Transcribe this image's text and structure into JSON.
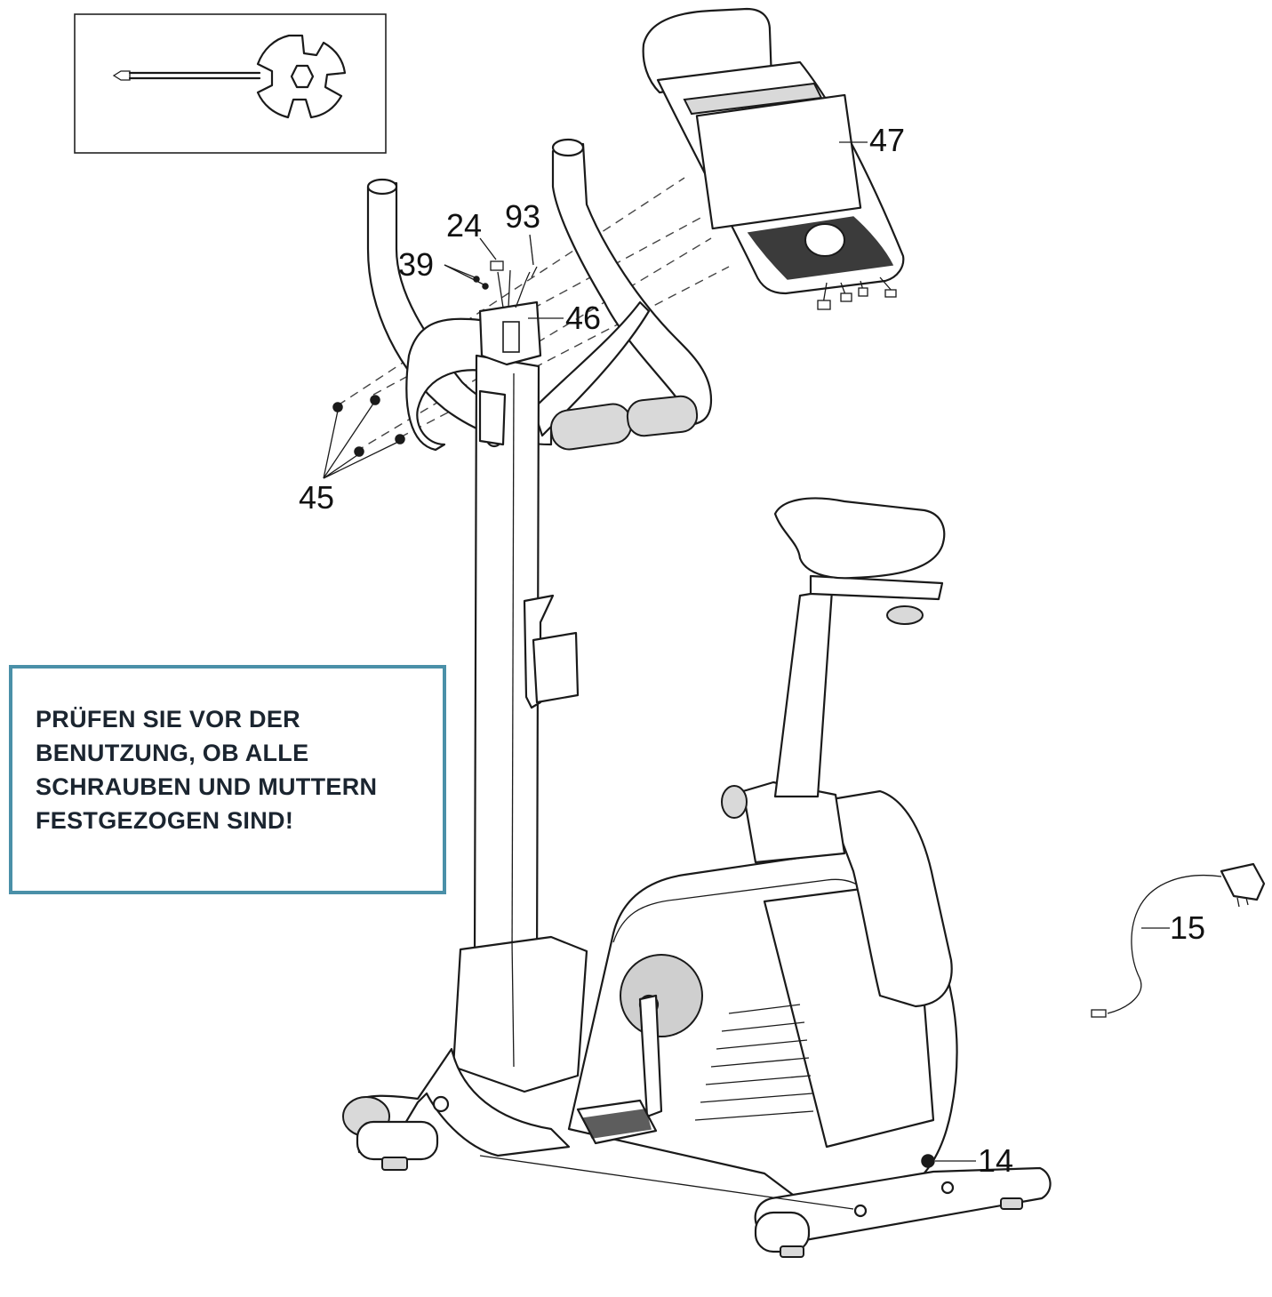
{
  "warning": {
    "text": "PRÜFEN SIE VOR DER BENUTZUNG, OB ALLE SCHRAUBEN UND MUTTERN FESTGEZOGEN SIND!",
    "border_color": "#4a90a8"
  },
  "parts": {
    "p47": "47",
    "p24": "24",
    "p93": "93",
    "p39": "39",
    "p46": "46",
    "p45": "45",
    "p15": "15",
    "p14": "14"
  },
  "icons": {
    "tool": "screwdriver-wrench-icon",
    "console": "console-display-icon",
    "power": "power-adapter-icon"
  }
}
